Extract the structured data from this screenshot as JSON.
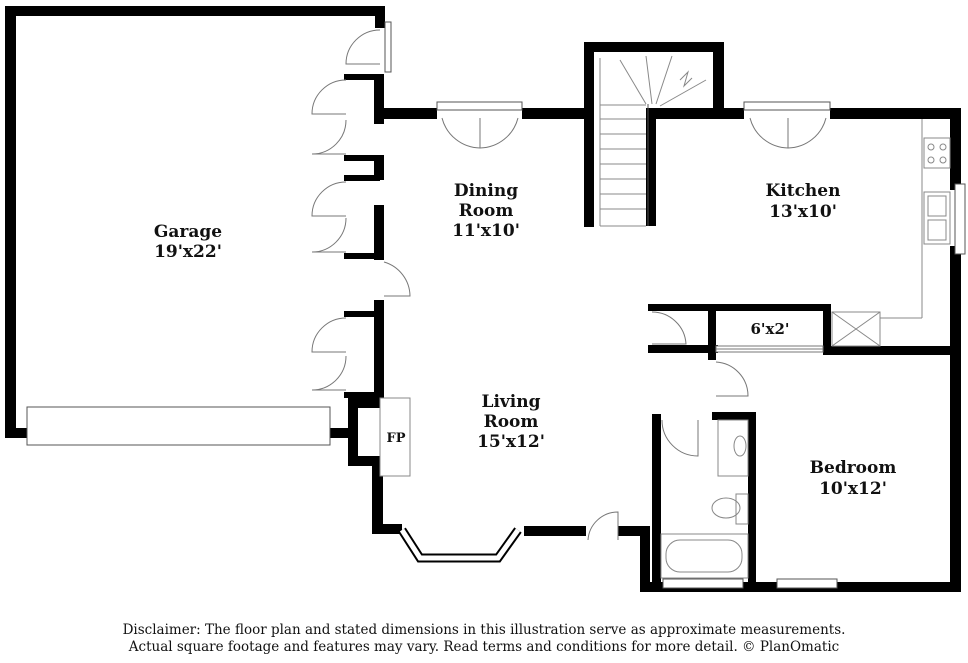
{
  "rooms": {
    "garage": {
      "name": "Garage",
      "size": "19'x22'"
    },
    "dining": {
      "name_line1": "Dining",
      "name_line2": "Room",
      "size": "11'x10'"
    },
    "kitchen": {
      "name": "Kitchen",
      "size": "13'x10'"
    },
    "closet": {
      "size": "6'x2'"
    },
    "fireplace": {
      "label": "FP"
    },
    "living": {
      "name_line1": "Living",
      "name_line2": "Room",
      "size": "15'x12'"
    },
    "bedroom": {
      "name": "Bedroom",
      "size": "10'x12'"
    }
  },
  "disclaimer": {
    "line1": "Disclaimer: The floor plan and stated dimensions in this illustration serve as approximate measurements.",
    "line2": "Actual square footage and features may vary. Read terms and conditions for more detail. © PlanOmatic"
  },
  "colors": {
    "wall": "#000000",
    "fixture": "#888888",
    "background": "#ffffff"
  }
}
